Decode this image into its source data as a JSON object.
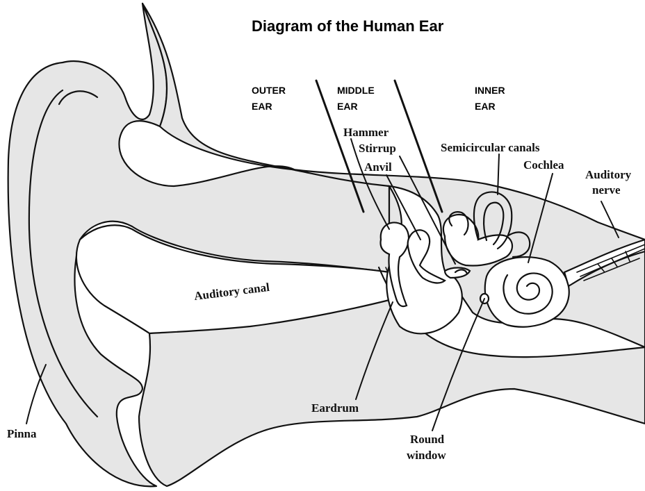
{
  "title": "Diagram of the Human Ear",
  "regions": {
    "outer": [
      "OUTER",
      "EAR"
    ],
    "middle": [
      "MIDDLE",
      "EAR"
    ],
    "inner": [
      "INNER",
      "EAR"
    ]
  },
  "labels": {
    "hammer": "Hammer",
    "stirrup": "Stirrup",
    "anvil": "Anvil",
    "semicircular_canals": "Semicircular canals",
    "cochlea": "Cochlea",
    "auditory_nerve": [
      "Auditory",
      "nerve"
    ],
    "auditory_canal": "Auditory canal",
    "eardrum": "Eardrum",
    "pinna": "Pinna",
    "round_window": [
      "Round",
      "window"
    ]
  }
}
